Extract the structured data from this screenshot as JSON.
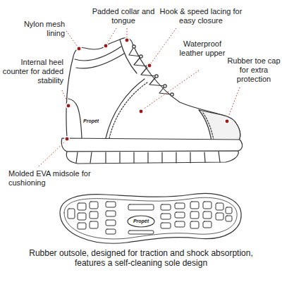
{
  "diagram": {
    "labels": [
      "Padded collar and tongue",
      "Hook & speed lacing for easy closure",
      "Nylon mesh lining",
      "Waterproof leather upper",
      "Rubber toe cap for extra protection",
      "Internal heel counter for added stability",
      "Propét",
      "Molded EVA midsole for cushioning",
      "Propét",
      "Rubber outsole, designed for traction and shock absorption, features a self-cleaning sole design"
    ]
  }
}
